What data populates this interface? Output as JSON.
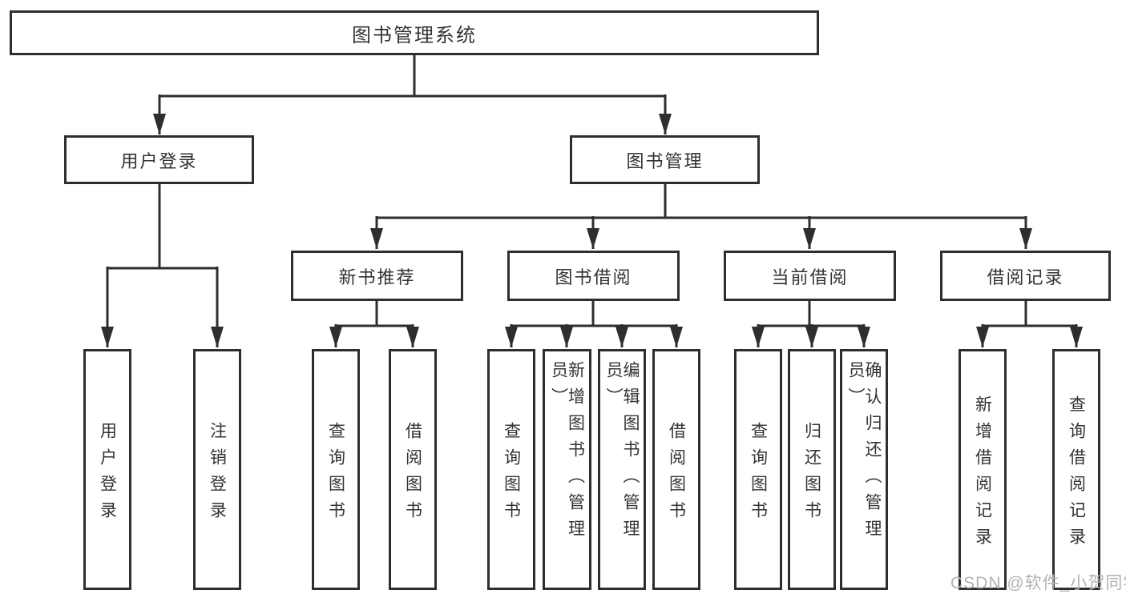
{
  "diagram": {
    "root": {
      "label": "图书管理系统"
    },
    "branches": [
      {
        "label": "用户登录",
        "leaves": [
          {
            "label": "用户登录"
          },
          {
            "label": "注销登录"
          }
        ]
      },
      {
        "label": "图书管理",
        "sections": [
          {
            "label": "新书推荐",
            "leaves": [
              {
                "label": "查询图书"
              },
              {
                "label": "借阅图书"
              }
            ]
          },
          {
            "label": "图书借阅",
            "leaves": [
              {
                "label": "查询图书"
              },
              {
                "label": "新增图书（管理员）"
              },
              {
                "label": "编辑图书（管理员）"
              },
              {
                "label": "借阅图书"
              }
            ]
          },
          {
            "label": "当前借阅",
            "leaves": [
              {
                "label": "查询图书"
              },
              {
                "label": "归还图书"
              },
              {
                "label": "确认归还（管理员）"
              }
            ]
          },
          {
            "label": "借阅记录",
            "leaves": [
              {
                "label": "新增借阅记录"
              },
              {
                "label": "查询借阅记录"
              }
            ]
          }
        ]
      }
    ]
  },
  "watermark": {
    "text": "CSDN @软件_小贺同学"
  },
  "colors": {
    "line": "#2e2e2e",
    "box_border": "#2e2e2e",
    "text": "#333333",
    "background": "#ffffff",
    "watermark": "#b3b3b3"
  }
}
